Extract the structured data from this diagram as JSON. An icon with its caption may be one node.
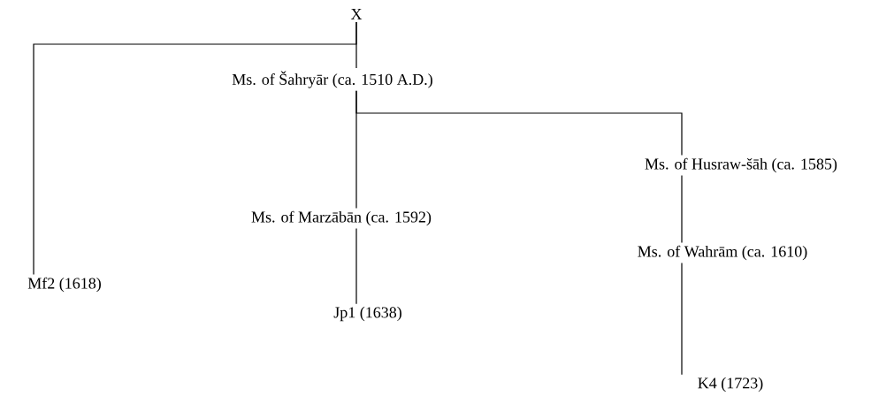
{
  "diagram": {
    "nodes": [
      {
        "text": [
          "X"
        ]
      },
      {
        "text": [
          "Ms. of Šahryār (ca. 1510 A.D.)"
        ]
      },
      {
        "text": [
          "Ms. of Husraw-šāh (ca. 1585)"
        ]
      },
      {
        "text": [
          "Ms. of Marzābān (ca. 1592)"
        ]
      },
      {
        "text": [
          "Ms. of Wahrām (ca. 1610)"
        ]
      },
      {
        "text": [
          "Mf2 (1618)"
        ]
      },
      {
        "text": [
          "Jp1 (1638)"
        ]
      },
      {
        "text": [
          "K4 (1723)"
        ]
      }
    ],
    "edges": [
      {
        "from": 0,
        "to": 1,
        "arrow": "none"
      },
      {
        "from": 0,
        "to": 5,
        "arrow": "none"
      },
      {
        "from": 1,
        "to": 3,
        "arrow": "none"
      },
      {
        "from": 1,
        "to": 2,
        "arrow": "none"
      },
      {
        "from": 2,
        "to": 4,
        "arrow": "none"
      },
      {
        "from": 3,
        "to": 6,
        "arrow": "none"
      },
      {
        "from": 4,
        "to": 7,
        "arrow": "none"
      }
    ]
  }
}
